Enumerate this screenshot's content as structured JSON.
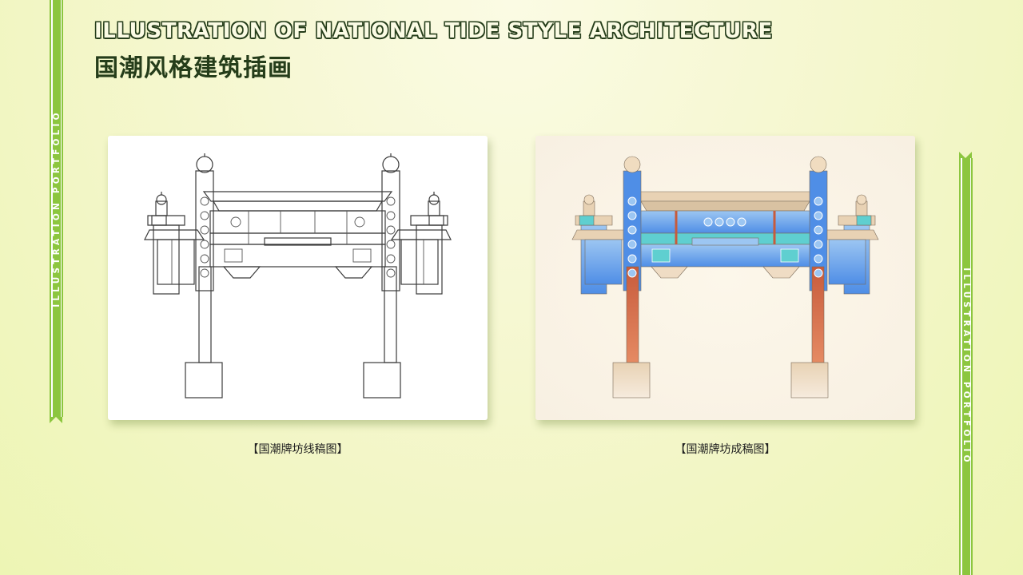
{
  "header": {
    "title_en": "ILLUSTRATION OF NATIONAL TIDE STYLE ARCHITECTURE",
    "title_cn": "国潮风格建筑插画"
  },
  "ribbons": {
    "left_text": "ILLUSTRATION PORTFOLIO",
    "right_text": "ILLUSTRATION PORTFOLIO"
  },
  "artworks": [
    {
      "caption": "【国潮牌坊线稿图】",
      "style": "line-art"
    },
    {
      "caption": "【国潮牌坊成稿图】",
      "style": "colored"
    }
  ],
  "colors": {
    "ribbon_green": "#8cc63f",
    "title_dark": "#253d1a",
    "pillar_red": "#c75b3c",
    "beam_blue": "#4f8ee6",
    "beam_light_blue": "#9cc6f2",
    "roof_beige": "#e8d2b4",
    "accent_teal": "#5fcfd0"
  }
}
